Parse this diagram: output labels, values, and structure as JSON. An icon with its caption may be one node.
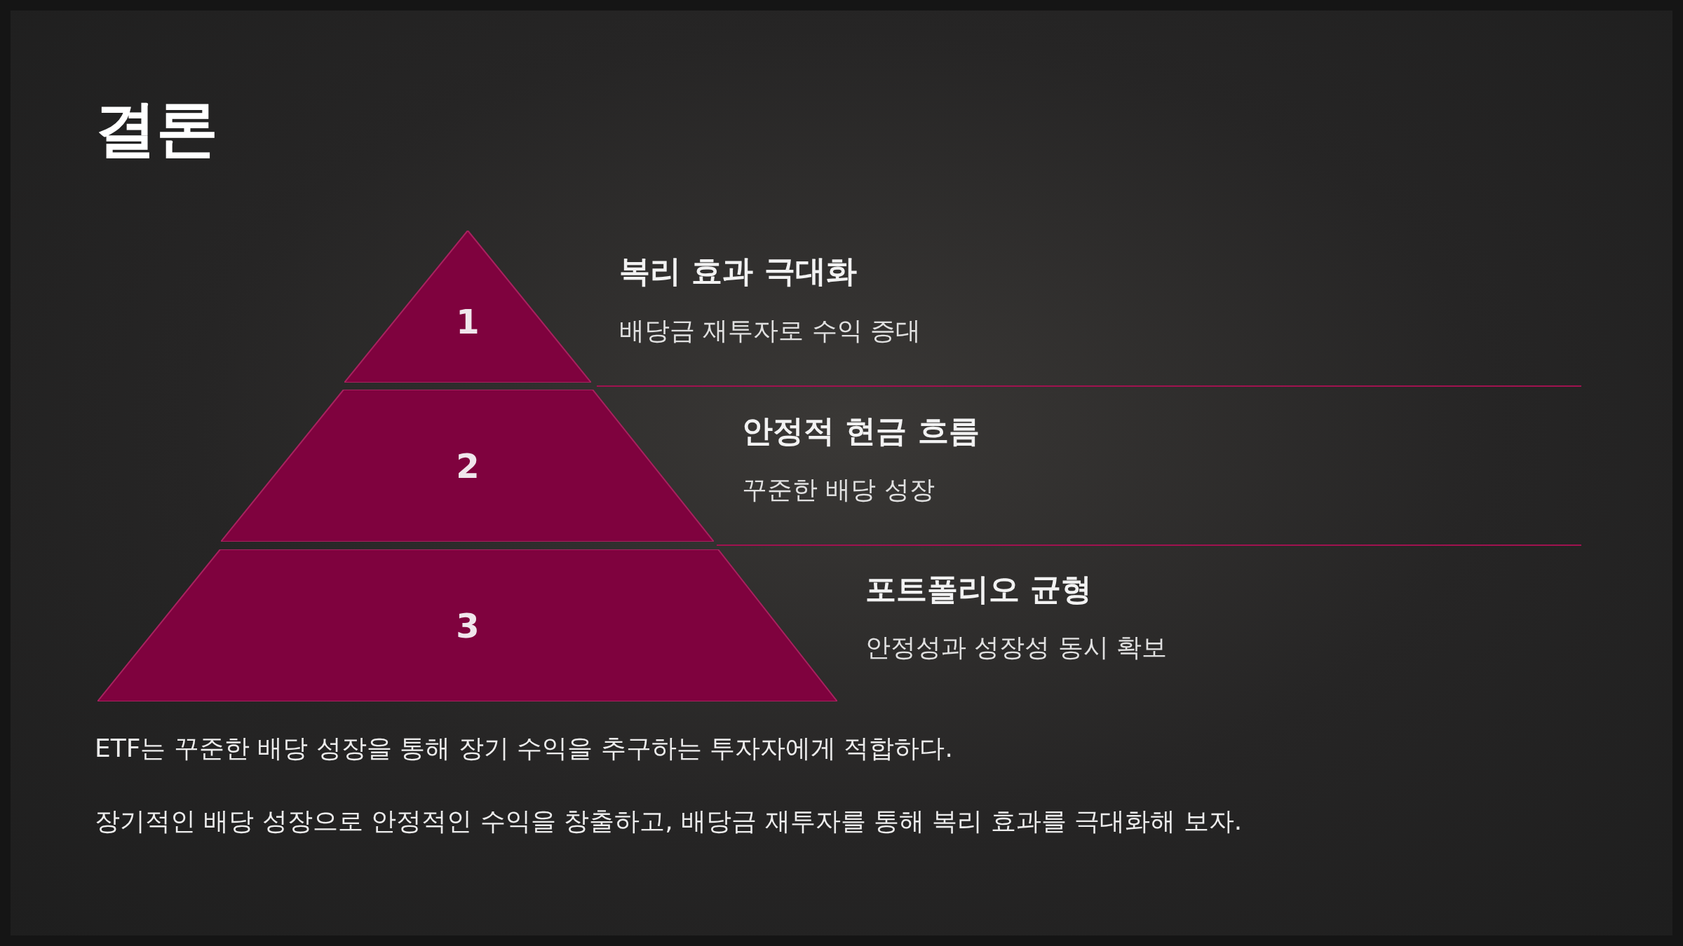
{
  "diagram": {
    "title": "결론",
    "nodes": [
      {
        "text": [
          "1"
        ],
        "beside": [
          "복리 효과 극대화",
          "배당금 재투자로 수익 증대"
        ]
      },
      {
        "text": [
          "2"
        ],
        "beside": [
          "안정적 현금 흐름",
          "꾸준한 배당 성장"
        ]
      },
      {
        "text": [
          "3"
        ],
        "beside": [
          "포트폴리오 균형",
          "안정성과 성장성 동시 확보"
        ]
      }
    ],
    "labels": [
      "ETF는 꾸준한 배당 성장을 통해 장기 수익을 추구하는 투자자에게 적합하다.",
      "장기적인 배당 성장으로 안정적인 수익을 창출하고, 배당금 재투자를 통해 복리 효과를 극대화해 보자."
    ]
  }
}
